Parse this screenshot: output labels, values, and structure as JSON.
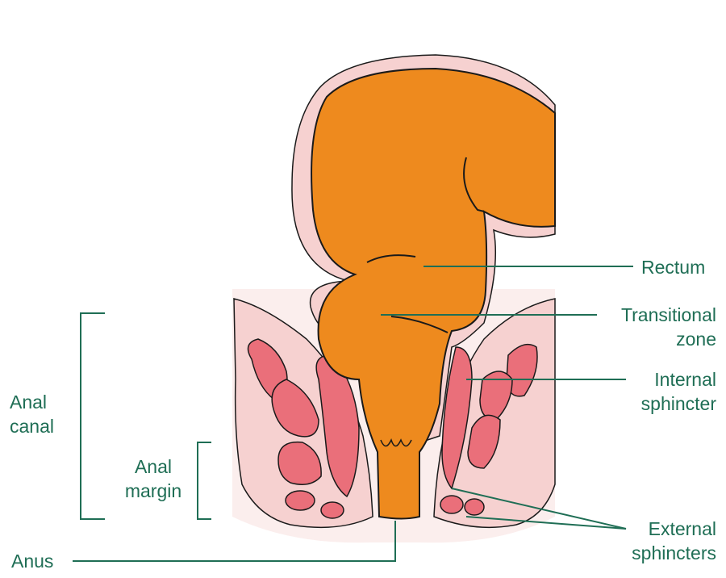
{
  "colors": {
    "label": "#1f6e55",
    "rectum": "#ee8a1e",
    "tissue": "#f6d1d0",
    "muscle": "#ea6f7a",
    "outline": "#1a1a1a"
  },
  "labels": {
    "rectum": "Rectum",
    "transitional_zone": [
      "Transitional",
      "zone"
    ],
    "internal_sphincter": [
      "Internal",
      "sphincter"
    ],
    "external_sphincters": [
      "External",
      "sphincters"
    ],
    "anal_canal": [
      "Anal",
      "canal"
    ],
    "anal_margin": [
      "Anal",
      "margin"
    ],
    "anus": "Anus"
  }
}
